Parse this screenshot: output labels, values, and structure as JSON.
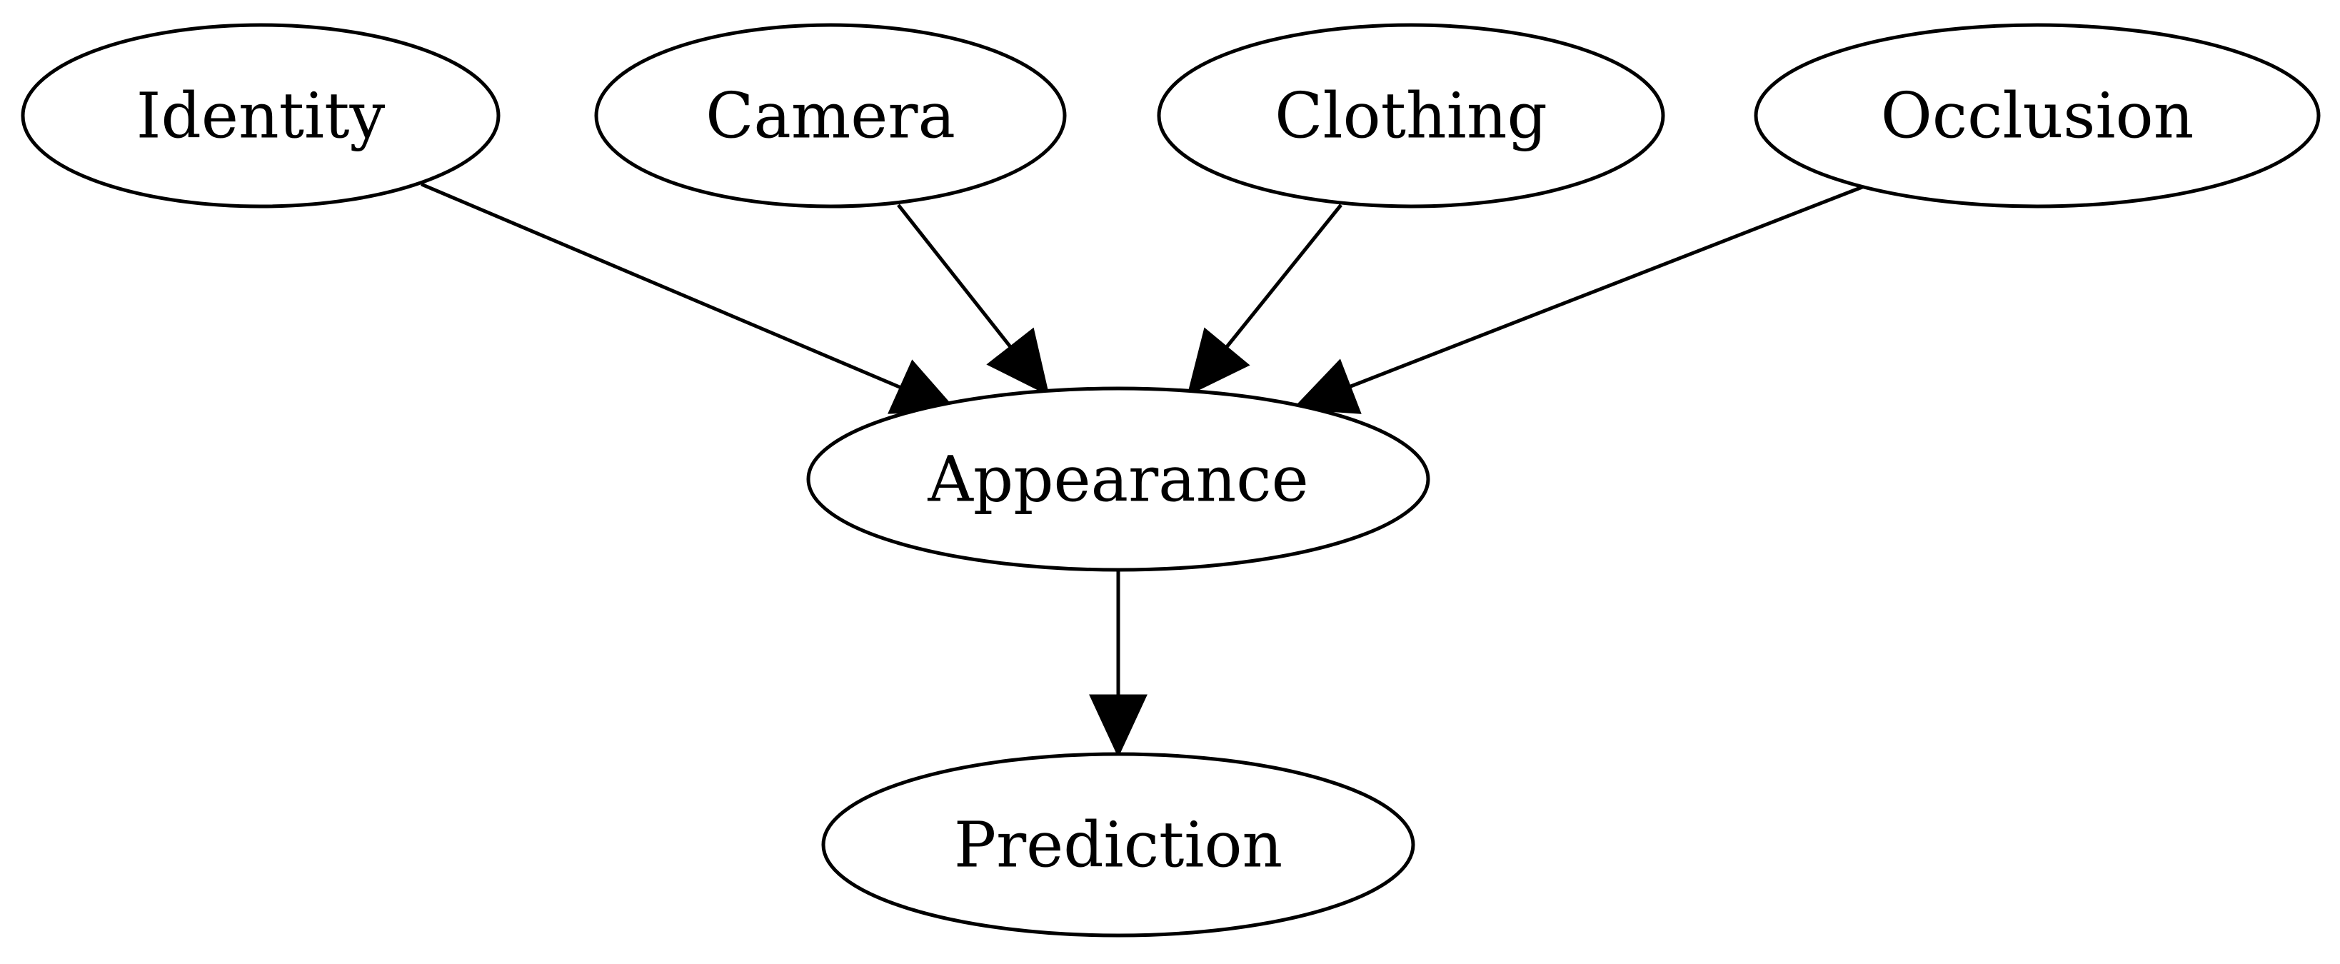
{
  "diagram": {
    "nodes": {
      "identity": "Identity",
      "camera": "Camera",
      "clothing": "Clothing",
      "occlusion": "Occlusion",
      "appearance": "Appearance",
      "prediction": "Prediction"
    },
    "edges": [
      {
        "from": "Identity",
        "to": "Appearance"
      },
      {
        "from": "Camera",
        "to": "Appearance"
      },
      {
        "from": "Clothing",
        "to": "Appearance"
      },
      {
        "from": "Occlusion",
        "to": "Appearance"
      },
      {
        "from": "Appearance",
        "to": "Prediction"
      }
    ]
  }
}
